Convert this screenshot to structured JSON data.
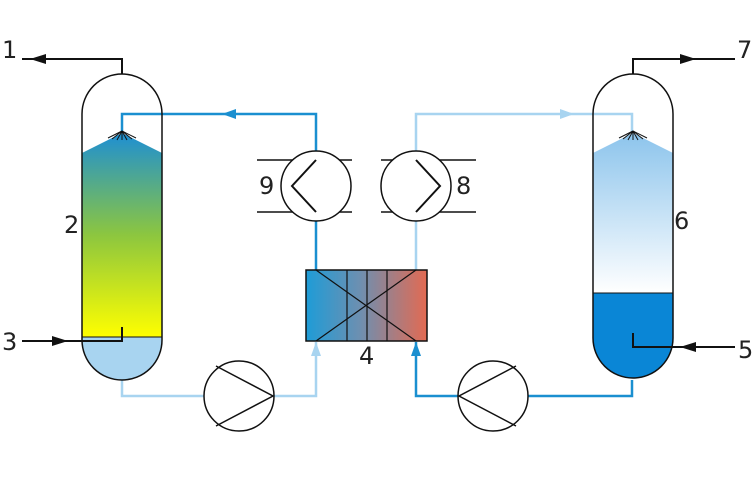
{
  "labels": {
    "l1": "1",
    "l2": "2",
    "l3": "3",
    "l4": "4",
    "l5": "5",
    "l6": "6",
    "l7": "7",
    "l8": "8",
    "l9": "9"
  },
  "colors": {
    "lean_line": "#1a8fd0",
    "rich_line": "#a8d4f0",
    "outline": "#111111",
    "absorber_top": "#1e8fd3",
    "absorber_mid": "#8cc63f",
    "absorber_bottom": "#ffff00",
    "stripper_top": "#8cc4ec",
    "stripper_liquid": "#0a86d6",
    "hx_left": "#1e9cd7",
    "hx_right": "#e36a52"
  }
}
